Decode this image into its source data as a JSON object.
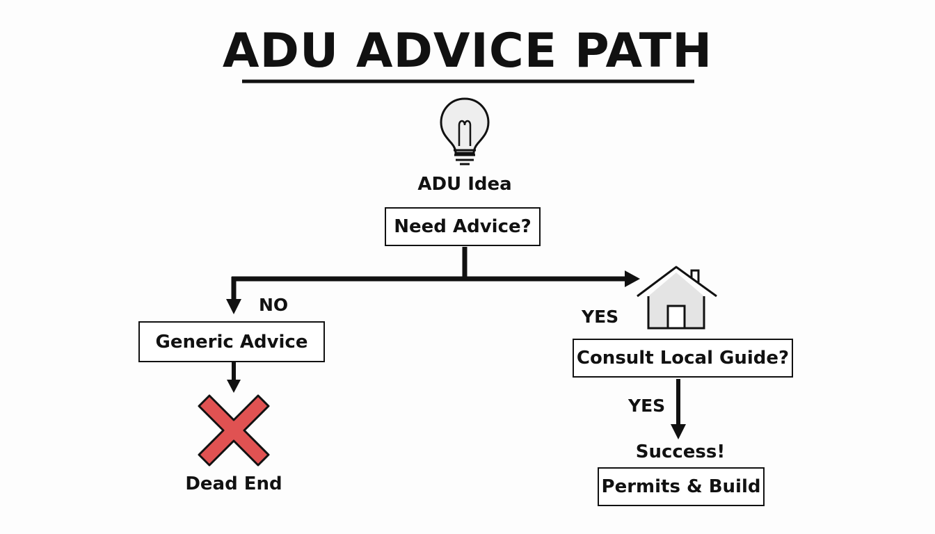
{
  "title": "ADU ADVICE PATH",
  "nodes": {
    "start": "ADU Idea",
    "question": "Need Advice?",
    "generic": "Generic Advice",
    "dead_end": "Dead End",
    "consult": "Consult Local Guide?",
    "success": "Success!",
    "permits": "Permits & Build"
  },
  "edges": {
    "no": "NO",
    "yes_branch": "YES",
    "yes_consult": "YES"
  },
  "icons": {
    "start": "lightbulb-icon",
    "dead_end": "red-x-icon",
    "yes_branch": "house-icon"
  },
  "colors": {
    "ink": "#111111",
    "cross": "#e05252",
    "house": "#e4e4e4"
  }
}
